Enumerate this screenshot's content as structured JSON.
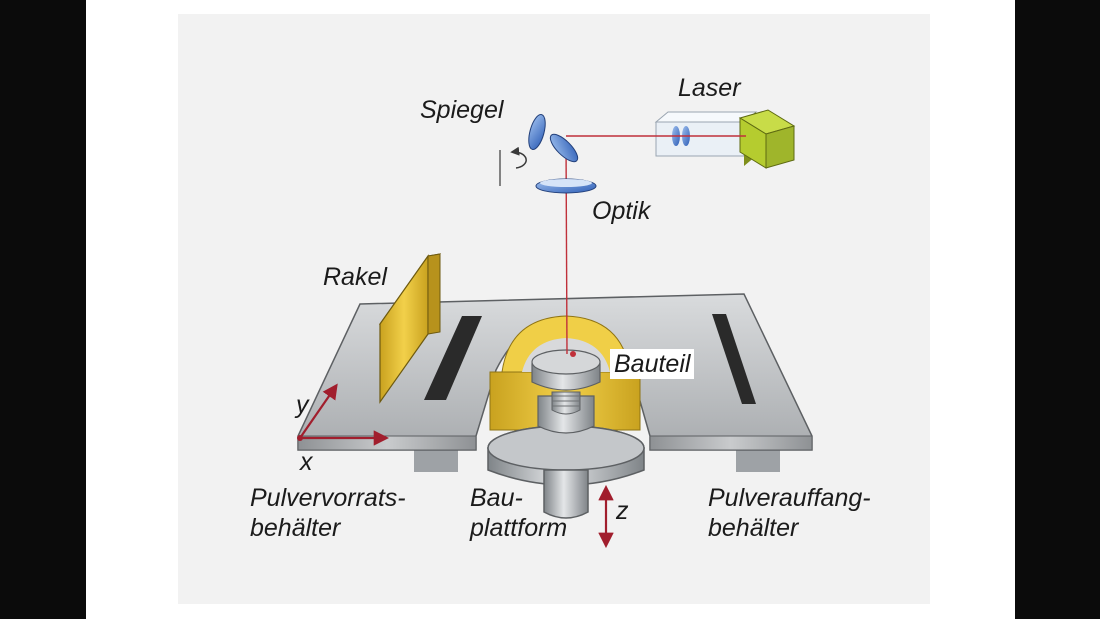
{
  "labels": {
    "laser": "Laser",
    "spiegel": "Spiegel",
    "optik": "Optik",
    "rakel": "Rakel",
    "bauteil": "Bauteil",
    "axis_y": "y",
    "axis_x": "x",
    "axis_z": "z",
    "pulvervorrats_line1": "Pulvervorrats-",
    "pulvervorrats_line2": "behälter",
    "bauplattform_line1": "Bau-",
    "bauplattform_line2": "plattform",
    "pulverauffang_line1": "Pulverauffang-",
    "pulverauffang_line2": "behälter"
  },
  "colors": {
    "laser_beam": "#c0303a",
    "powder_yellow": "#e6c230",
    "platform_gray": "#b9bcbf",
    "laser_housing": "#b5cc2f",
    "optic_blue": "#3f6fc6",
    "arrow_red": "#a11e2d"
  }
}
